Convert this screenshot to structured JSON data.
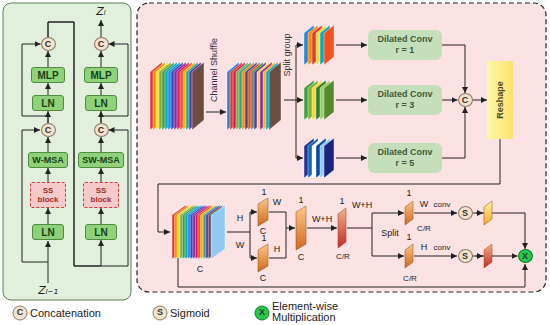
{
  "diagram": {
    "nodes": [
      {
        "text": [
          "LN"
        ]
      },
      {
        "text": [
          "SS block"
        ]
      },
      {
        "text": [
          "W-MSA"
        ]
      },
      {
        "text": [
          "C"
        ]
      },
      {
        "text": [
          "LN"
        ]
      },
      {
        "text": [
          "MLP"
        ]
      },
      {
        "text": [
          "C"
        ]
      },
      {
        "text": [
          "LN"
        ]
      },
      {
        "text": [
          "SS block"
        ]
      },
      {
        "text": [
          "SW-MSA"
        ]
      },
      {
        "text": [
          "C"
        ]
      },
      {
        "text": [
          "LN"
        ]
      },
      {
        "text": [
          "MLP"
        ]
      },
      {
        "text": [
          "C"
        ]
      },
      {
        "text": [
          "Dilated Conv",
          "r = 1"
        ]
      },
      {
        "text": [
          "Dilated Conv",
          "r = 3"
        ]
      },
      {
        "text": [
          "Dilated Conv",
          "r = 5"
        ]
      },
      {
        "text": [
          "C"
        ]
      },
      {
        "text": [
          "Reshape"
        ]
      },
      {
        "text": [
          "S"
        ]
      },
      {
        "text": [
          "S"
        ]
      },
      {
        "text": [
          "X"
        ]
      }
    ],
    "edges": [
      {
        "from": 0,
        "to": 1,
        "arrow": "to"
      },
      {
        "from": 1,
        "to": 2,
        "arrow": "to"
      },
      {
        "from": 2,
        "to": 3,
        "arrow": "to"
      },
      {
        "from": 3,
        "to": 4,
        "arrow": "to"
      },
      {
        "from": 4,
        "to": 5,
        "arrow": "to"
      },
      {
        "from": 5,
        "to": 6,
        "arrow": "to"
      },
      {
        "from": 3,
        "to": 6,
        "arrow": "to"
      },
      {
        "from": 6,
        "to": 7,
        "arrow": "to"
      },
      {
        "from": 6,
        "to": 10,
        "arrow": "to"
      },
      {
        "from": 7,
        "to": 8,
        "arrow": "to"
      },
      {
        "from": 8,
        "to": 9,
        "arrow": "to"
      },
      {
        "from": 9,
        "to": 10,
        "arrow": "to"
      },
      {
        "from": 10,
        "to": 11,
        "arrow": "to"
      },
      {
        "from": 11,
        "to": 12,
        "arrow": "to"
      },
      {
        "from": 12,
        "to": 13,
        "arrow": "to"
      },
      {
        "from": 10,
        "to": 13,
        "arrow": "to"
      },
      {
        "from": 14,
        "to": 17,
        "arrow": "to"
      },
      {
        "from": 15,
        "to": 17,
        "arrow": "to"
      },
      {
        "from": 16,
        "to": 17,
        "arrow": "to"
      },
      {
        "from": 17,
        "to": 18,
        "arrow": "to"
      },
      {
        "from": 19,
        "to": 21,
        "arrow": "to"
      },
      {
        "from": 20,
        "to": 21,
        "arrow": "to"
      }
    ],
    "labels": [
      "Zₗ",
      "Zₗ₋₁",
      "Channel Shuffle",
      "Split group",
      "H",
      "W",
      "C",
      "1",
      "W",
      "C",
      "1",
      "H",
      "C",
      "1",
      "W+H",
      "C",
      "1",
      "W+H",
      "C/R",
      "Split",
      "1",
      "W",
      "conv",
      "C/R",
      "1",
      "H",
      "conv",
      "C/R",
      "C",
      "S",
      "X"
    ],
    "legend": [
      {
        "text": "Concatenation"
      },
      {
        "text": "Sigmoid"
      },
      {
        "text": "Element-wise Multiplication"
      }
    ]
  }
}
